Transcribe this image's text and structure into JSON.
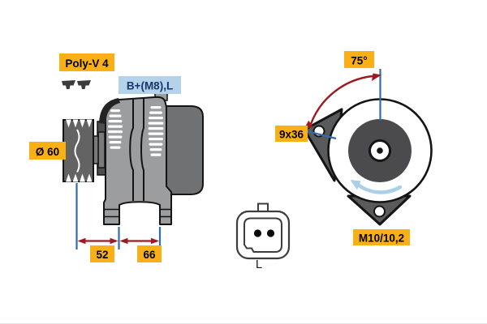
{
  "figure": {
    "type": "alternator-technical-drawing",
    "views": [
      "side-view-with-pulley",
      "rear-mounting-view",
      "connector-pinout"
    ]
  },
  "labels": {
    "belt_type": "Poly-V 4",
    "terminals": "B+(M8),L",
    "pulley_diameter": "Ø 60",
    "dim_pulley_to_foot": "52",
    "dim_foot_span": "66",
    "mount_angle": "75°",
    "mount_hole": "9x36",
    "mount_thread": "M10/10,2",
    "connector_pin": "L"
  },
  "colors": {
    "label_yellow": "#F9B016",
    "label_blue_bg": "#B4D2E9",
    "label_blue_text": "#17366B",
    "dimension_red": "#9C1B20",
    "dimension_blue": "#336CA8",
    "rotation_arrow_blue": "#A9CFEA",
    "body_gray": "#9B9D9F",
    "dark_gray": "#6F7173",
    "ear_gray": "#595A5C",
    "outline_black": "#141414"
  },
  "icons": [
    {
      "name": "belt-profile-icon",
      "meaning": "poly-V ribbed belt cross-section",
      "count": 2
    },
    {
      "name": "rotation-direction-arrow-icon",
      "meaning": "counterclockwise rotation direction"
    }
  ]
}
